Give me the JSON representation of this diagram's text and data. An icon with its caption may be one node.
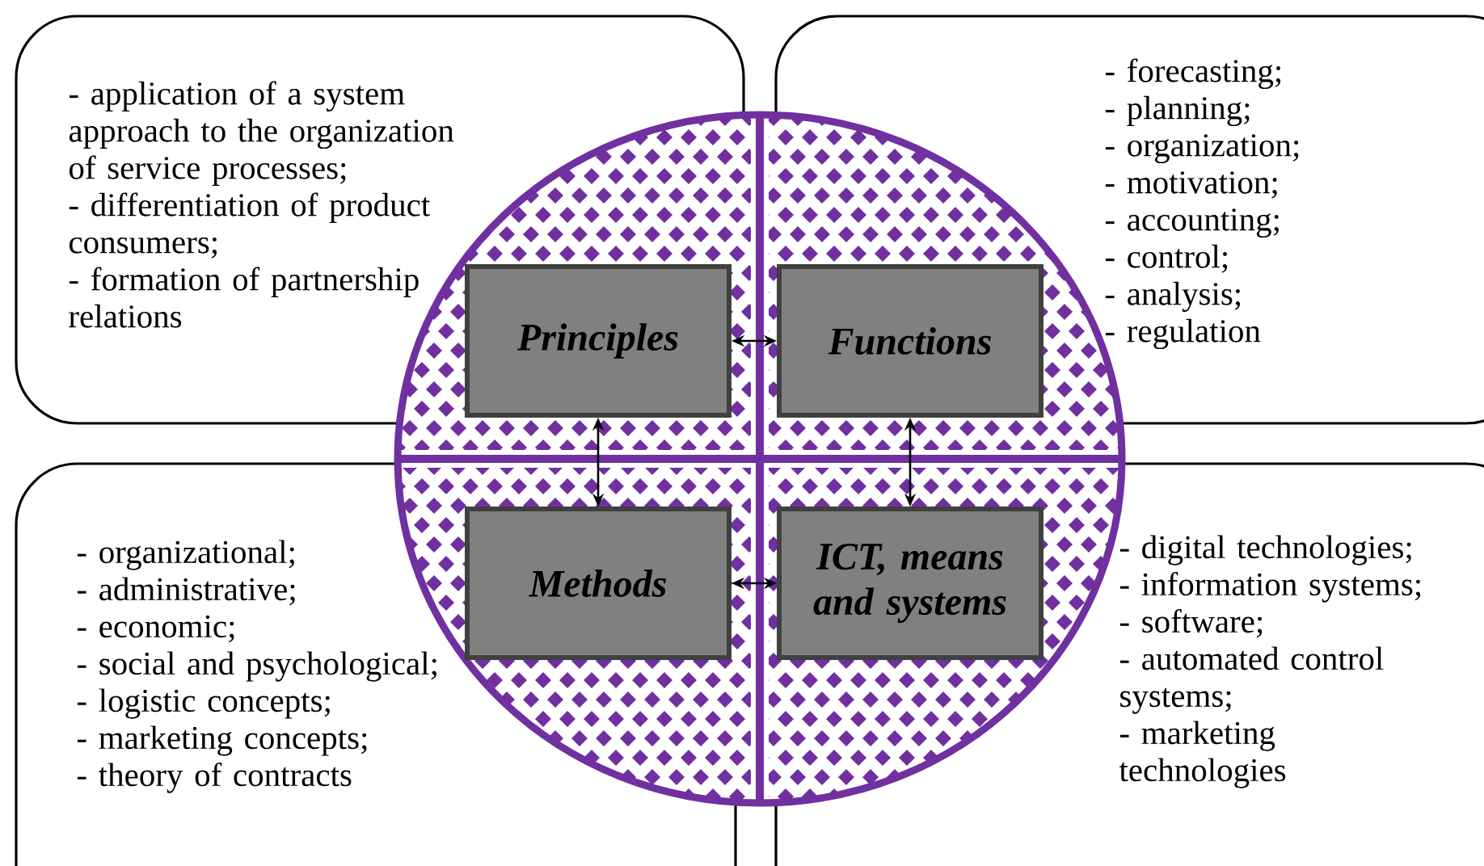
{
  "diagram": {
    "nodes": [
      {
        "text": [
          "- application of a system approach to the organization of service processes;",
          "- differentiation of product consumers;",
          "- formation of partnership relations"
        ]
      },
      {
        "text": [
          "- forecasting;",
          "- planning;",
          "- organization;",
          "- motivation;",
          "- accounting;",
          "- control;",
          "- analysis;",
          "- regulation"
        ]
      },
      {
        "text": [
          "- organizational;",
          "- administrative;",
          "- economic;",
          "- social and psychological;",
          "- logistic concepts;",
          "- marketing concepts;",
          "- theory of contracts"
        ]
      },
      {
        "text": [
          "- digital technologies;",
          "- information systems;",
          "- software;",
          "- automated control systems;",
          "- marketing technologies"
        ]
      },
      {
        "text": [],
        "shape": "circle"
      },
      {
        "text": [
          "Principles"
        ],
        "in": 4
      },
      {
        "text": [
          "Functions"
        ],
        "in": 4
      },
      {
        "text": [
          "Methods"
        ],
        "in": 4
      },
      {
        "text": [
          "ICT, means and systems"
        ],
        "in": 4
      }
    ],
    "edges": [
      {
        "from": 5,
        "to": 6,
        "arrow": "both"
      },
      {
        "from": 5,
        "to": 7,
        "arrow": "both"
      },
      {
        "from": 6,
        "to": 8,
        "arrow": "both"
      },
      {
        "from": 7,
        "to": 8,
        "arrow": "both"
      }
    ]
  }
}
